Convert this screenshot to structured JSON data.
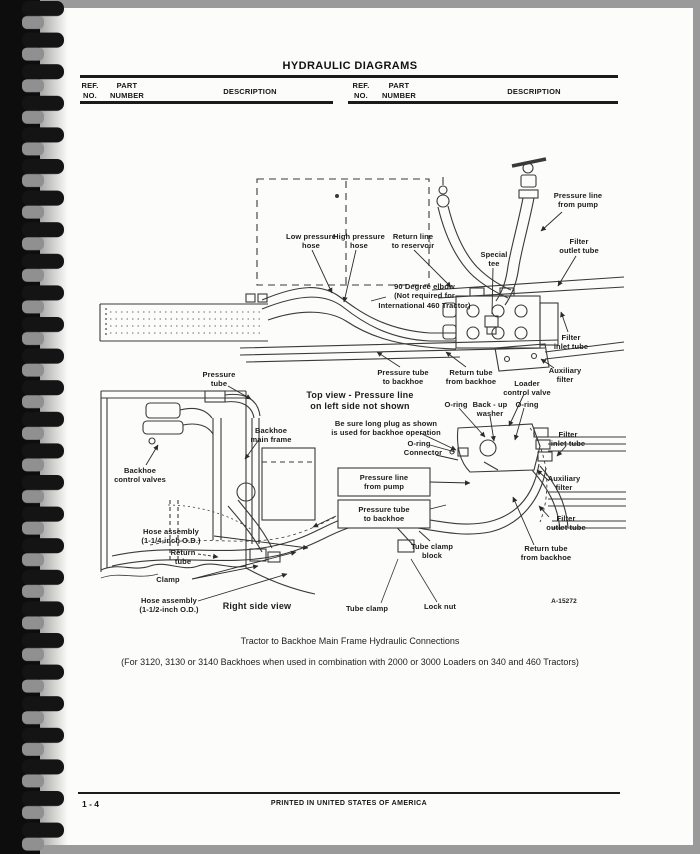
{
  "header": {
    "title": "HYDRAULIC DIAGRAMS",
    "columns": {
      "ref_no": "REF.\nNO.",
      "part_number": "PART\nNUMBER",
      "description": "DESCRIPTION"
    }
  },
  "diagram": {
    "figure_number": "A-15272",
    "views": {
      "top_view_caption": "Top view - Pressure line\non left side not shown",
      "right_side_view": "Right side view"
    },
    "labels": {
      "low_pressure_hose": "Low pressure\nhose",
      "high_pressure_hose": "High pressure\nhose",
      "return_line_to_reservoir": "Return line\nto reservoir",
      "pressure_line_from_pump": "Pressure line\nfrom pump",
      "filter_outlet_tube": "Filter\noutlet tube",
      "special_tee": "Special\ntee",
      "degree_elbow_note": "90 Degree elbow\n(Not required for\nInternational 460 Tractor)",
      "pressure_tube_to_backhoe": "Pressure tube\nto backhoe",
      "return_tube_from_backhoe": "Return tube\nfrom backhoe",
      "filter_inlet_tube": "Filter\ninlet tube",
      "auxiliary_filter": "Auxiliary\nfilter",
      "loader_control_valve": "Loader\ncontrol valve",
      "o_ring": "O-ring",
      "back_up_washer": "Back - up\nwasher",
      "long_plug_note": "Be sure long plug as shown\nis used for backhoe operation",
      "connector": "Connector",
      "pressure_tube": "Pressure\ntube",
      "backhoe_main_frame": "Backhoe\nmain frame",
      "backhoe_control_valves": "Backhoe\ncontrol valves",
      "hose_assembly_1_1_4": "Hose assembly\n(1-1/4-inch O.D.)",
      "return_tube": "Return\ntube",
      "clamp": "Clamp",
      "hose_assembly_1_1_2": "Hose assembly\n(1-1/2-inch O.D.)",
      "tube_clamp_block": "Tube clamp\nblock",
      "tube_clamp": "Tube clamp",
      "lock_nut": "Lock nut"
    }
  },
  "caption": {
    "line1": "Tractor to Backhoe Main Frame Hydraulic Connections",
    "line2": "(For 3120, 3130 or 3140 Backhoes when used in combination with 2000 or 3000 Loaders on 340 and 460 Tractors)"
  },
  "footer": {
    "page_number": "1 - 4",
    "printed_note": "PRINTED IN UNITED STATES OF AMERICA"
  }
}
